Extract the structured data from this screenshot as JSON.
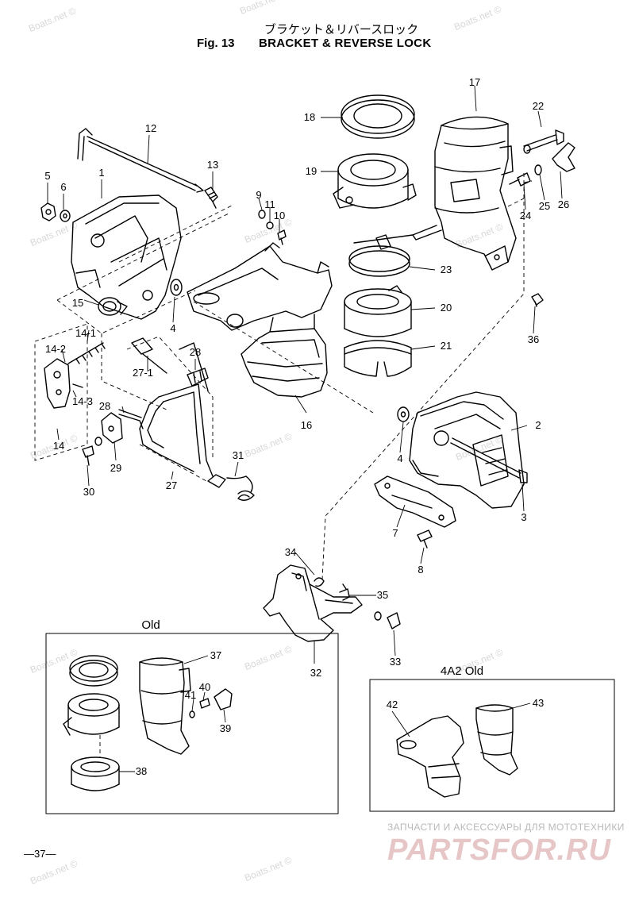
{
  "header": {
    "title_jp": "ブラケット＆リバースロック",
    "fig_label": "Fig. 13",
    "title_en": "BRACKET & REVERSE LOCK"
  },
  "page_number": "—37—",
  "footer": {
    "shop_tagline": "ЗАПЧАСТИ И АКСЕССУАРЫ ДЛЯ МОТОТЕХНИКИ",
    "shop_logo": "PARTSFOR.RU"
  },
  "watermark": "Boats.net ©",
  "insets": {
    "old": {
      "title": "Old"
    },
    "a2_old": {
      "title": "4A2 Old"
    }
  },
  "callouts": [
    "1",
    "2",
    "3",
    "4",
    "4",
    "5",
    "6",
    "7",
    "8",
    "9",
    "10",
    "11",
    "12",
    "13",
    "14",
    "14-1",
    "14-2",
    "14-3",
    "15",
    "16",
    "17",
    "18",
    "19",
    "20",
    "21",
    "22",
    "23",
    "24",
    "25",
    "26",
    "27",
    "27-1",
    "28",
    "28",
    "29",
    "30",
    "31",
    "32",
    "33",
    "34",
    "35",
    "36",
    "37",
    "38",
    "39",
    "40",
    "41",
    "42",
    "43"
  ]
}
